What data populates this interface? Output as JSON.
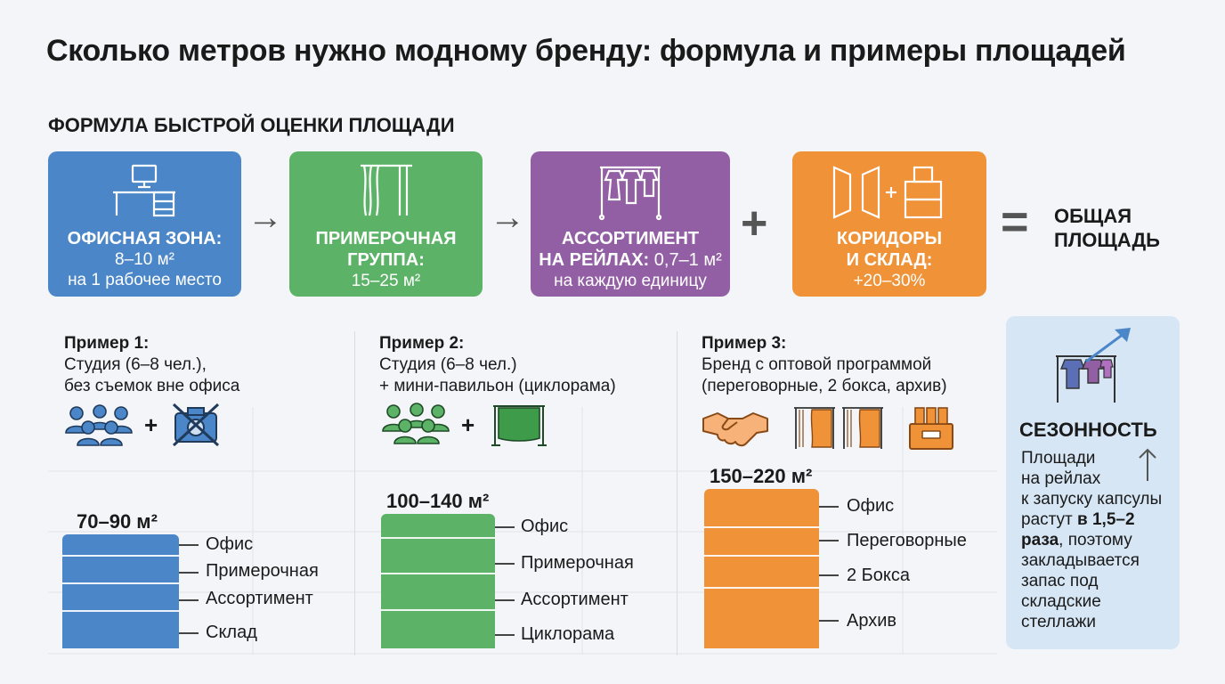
{
  "title": "Сколько метров нужно модному бренду: формула и примеры площадей",
  "formula": {
    "heading": "ФОРМУЛА БЫСТРОЙ ОЦЕНКИ ПЛОЩАДИ",
    "boxes": [
      {
        "title1": "ОФИСНАЯ ЗОНА:",
        "title2": "",
        "sub1": "8–10 м²",
        "sub2": "на 1 рабочее место",
        "icon": "desk-icon",
        "color": "#4a86c8"
      },
      {
        "title1": "ПРИМЕРОЧНАЯ",
        "title2": "ГРУППА:",
        "sub1": "15–25 м²",
        "sub2": "",
        "icon": "fitting-room-icon",
        "color": "#5cb367"
      },
      {
        "title1": "АССОРТИМЕНТ",
        "title2": "НА РЕЙЛАХ:",
        "title2_suffix": " 0,7–1 м²",
        "sub1": "на каждую единицу",
        "sub2": "",
        "icon": "clothes-rack-icon",
        "color": "#935fa4"
      },
      {
        "title1": "КОРИДОРЫ",
        "title2": "И СКЛАД:",
        "sub1": "+20–30%",
        "sub2": "",
        "icon": "corridor-storage-icon",
        "color": "#ef9238"
      }
    ],
    "arrow": "→",
    "plus": "+",
    "equals": "=",
    "result1": "ОБЩАЯ",
    "result2": "ПЛОЩАДЬ"
  },
  "examples": [
    {
      "label": "Пример 1:",
      "desc1": "Студия (6–8 чел.),",
      "desc2": "без съемок вне офиса",
      "icons_plus": "+",
      "area": "70–90 м²",
      "color": "#4a86c8",
      "segments": [
        "Офис",
        "Примерочная",
        "Ассортимент",
        "Склад"
      ]
    },
    {
      "label": "Пример 2:",
      "desc1": "Студия (6–8 чел.)",
      "desc2": "+ мини-павильон (циклорама)",
      "icons_plus": "+",
      "area": "100–140 м²",
      "color": "#5cb367",
      "segments": [
        "Офис",
        "Примерочная",
        "Ассортимент",
        "Циклорама"
      ]
    },
    {
      "label": "Пример 3:",
      "desc1": "Бренд с оптовой программой",
      "desc2": "(переговорные, 2 бокса, архив)",
      "area": "150–220 м²",
      "color": "#ef9238",
      "segments": [
        "Офис",
        "Переговорные",
        "2 Бокса",
        "Архив"
      ]
    }
  ],
  "seasonality": {
    "title": "СЕЗОННОСТЬ",
    "lines": [
      "Площади",
      "на рейлах",
      "к запуску капсулы",
      "растут "
    ],
    "bold": "в 1,5–2",
    "line5_bold": "раза",
    "line5_rest": ", поэтому",
    "rest": [
      "закладывается",
      "запас под",
      "складские",
      "стеллажи"
    ],
    "bg": "#d6e6f5"
  }
}
